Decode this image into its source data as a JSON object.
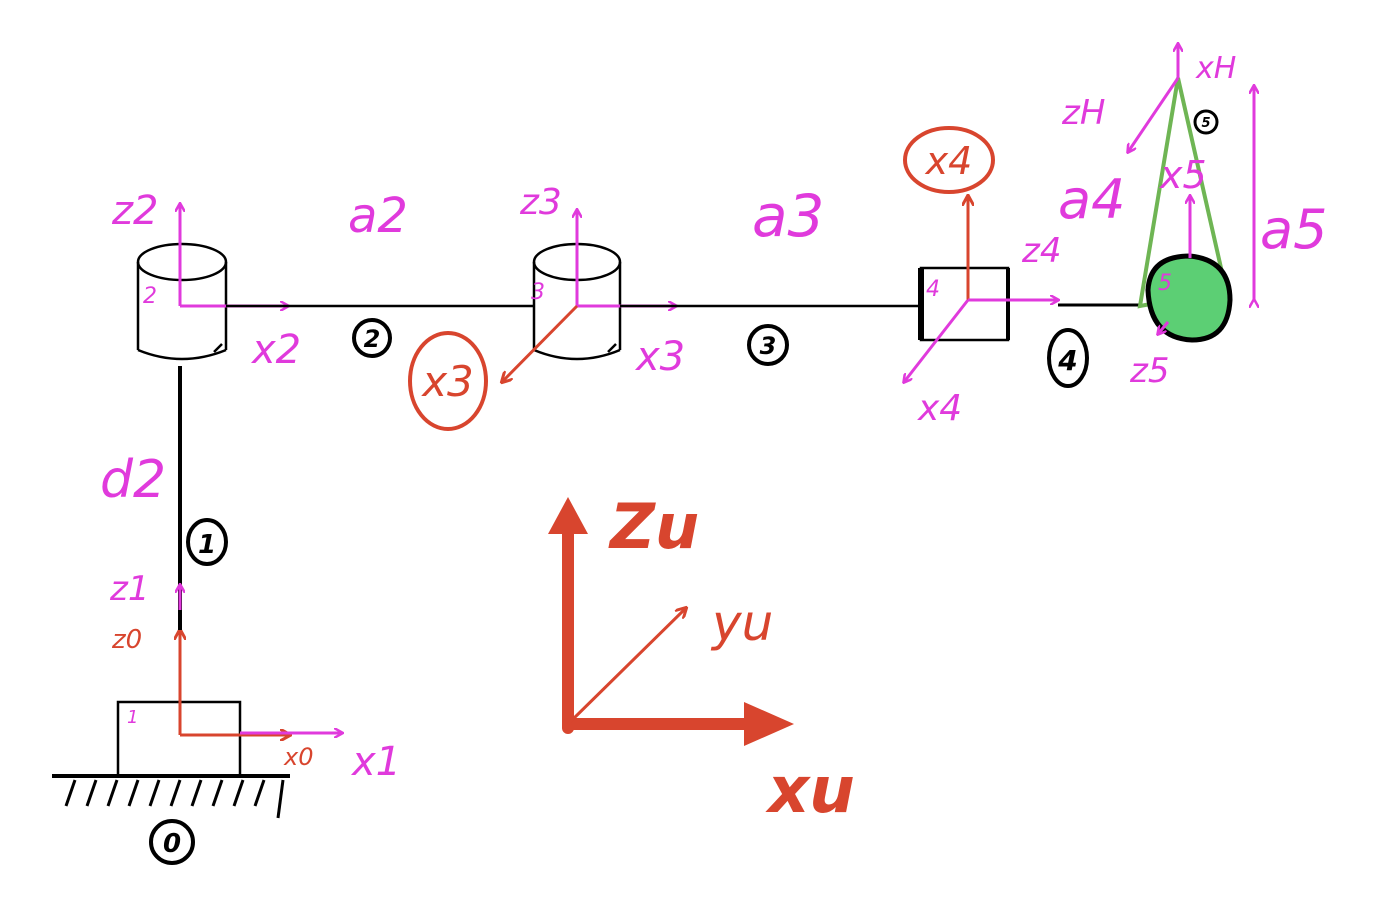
{
  "colors": {
    "magenta": "#e03adc",
    "red": "#d8452e",
    "black": "#000000",
    "green": "#5ccf74",
    "green_line": "#6fb554"
  },
  "link_labels": {
    "l0": "0",
    "l1": "1",
    "l2": "2",
    "l3": "3",
    "l4": "4",
    "l5": "5"
  },
  "joint_numbers": {
    "j1": "1",
    "j2": "2",
    "j3": "3",
    "j4": "4",
    "j5": "5"
  },
  "axes": {
    "z0": "z0",
    "x0": "x0",
    "z1": "z1",
    "x1": "x1",
    "z2": "z2",
    "x2": "x2",
    "z3": "z3",
    "x3": "x3",
    "x3_red": "x3",
    "z4": "z4",
    "x4": "x4",
    "x4_red": "x4",
    "z5": "z5",
    "x5": "x5",
    "xH": "xH",
    "zH": "zH"
  },
  "params": {
    "d2": "d2",
    "a2": "a2",
    "a3": "a3",
    "a4": "a4",
    "a5": "a5"
  },
  "world_frame": {
    "z": "Zu",
    "y": "yu",
    "x": "xu"
  }
}
